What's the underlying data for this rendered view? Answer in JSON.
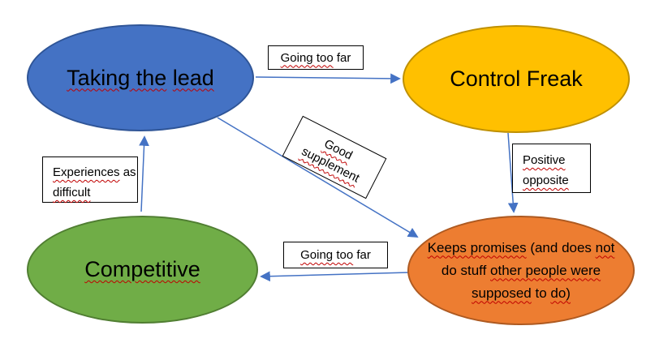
{
  "colors": {
    "background": "#FFFFFF",
    "node_blue_fill": "#4472C4",
    "node_blue_border": "#2F5597",
    "node_yellow_fill": "#FFC000",
    "node_yellow_border": "#BF9000",
    "node_green_fill": "#70AD47",
    "node_green_border": "#507E32",
    "node_orange_fill": "#ED7D31",
    "node_orange_border": "#AE5A21",
    "connector": "#4472C4",
    "spellcheck_squiggle": "#C00000",
    "label_box_border": "#000000",
    "text": "#000000"
  },
  "nodes": {
    "taking_the_lead": {
      "text": "Taking the lead",
      "segments": [
        {
          "text": "Taking the",
          "wavy": true
        },
        {
          "text": " ",
          "wavy": false
        },
        {
          "text": "lead",
          "wavy": true
        }
      ]
    },
    "control_freak": {
      "text": "Control Freak",
      "segments": [
        {
          "text": "Control Freak",
          "wavy": false
        }
      ]
    },
    "competitive": {
      "text": "Competitive",
      "segments": [
        {
          "text": "Competitive",
          "wavy": true
        }
      ]
    },
    "keeps_promises": {
      "text": "Keeps promises (and does not do stuff other people were supposed to do)",
      "segments": [
        {
          "text": "Keeps promises",
          "wavy": true
        },
        {
          "text": " (and does ",
          "wavy": false
        },
        {
          "text": "not",
          "wavy": true
        },
        {
          "text": " do stuff ",
          "wavy": false
        },
        {
          "text": "other people were",
          "wavy": true
        },
        {
          "text": " ",
          "wavy": false
        },
        {
          "text": "supposed",
          "wavy": true
        },
        {
          "text": " to ",
          "wavy": false
        },
        {
          "text": "do)",
          "wavy": true
        }
      ]
    }
  },
  "labels": {
    "going_too_far_top": {
      "text": "Going too far",
      "segments": [
        {
          "text": "Going too",
          "wavy": true
        },
        {
          "text": " far",
          "wavy": false
        }
      ]
    },
    "good_supplement": {
      "text": "Good supplement",
      "segments": [
        {
          "text": "Good supplement",
          "wavy": true
        }
      ]
    },
    "positive_opposite": {
      "text": "Positive opposite",
      "segments": [
        {
          "text": "Positive opposite",
          "wavy": true
        }
      ]
    },
    "experiences_as_difficult": {
      "text": "Experiences as difficult",
      "segments": [
        {
          "text": "Experiences",
          "wavy": true
        },
        {
          "text": " as ",
          "wavy": false
        },
        {
          "text": "difficult",
          "wavy": true
        }
      ]
    },
    "going_too_far_bottom": {
      "text": "Going too far",
      "segments": [
        {
          "text": "Going too",
          "wavy": true
        },
        {
          "text": " far",
          "wavy": false
        }
      ]
    }
  },
  "arrows": [
    {
      "name": "taking-the-lead-to-control-freak",
      "near_label": "Going too far"
    },
    {
      "name": "taking-the-lead-to-keeps-promises",
      "near_label": "Good supplement"
    },
    {
      "name": "control-freak-to-keeps-promises",
      "near_label": "Positive opposite"
    },
    {
      "name": "keeps-promises-to-competitive",
      "near_label": "Going too far"
    },
    {
      "name": "competitive-to-taking-the-lead",
      "near_label": "Experiences as difficult"
    }
  ]
}
